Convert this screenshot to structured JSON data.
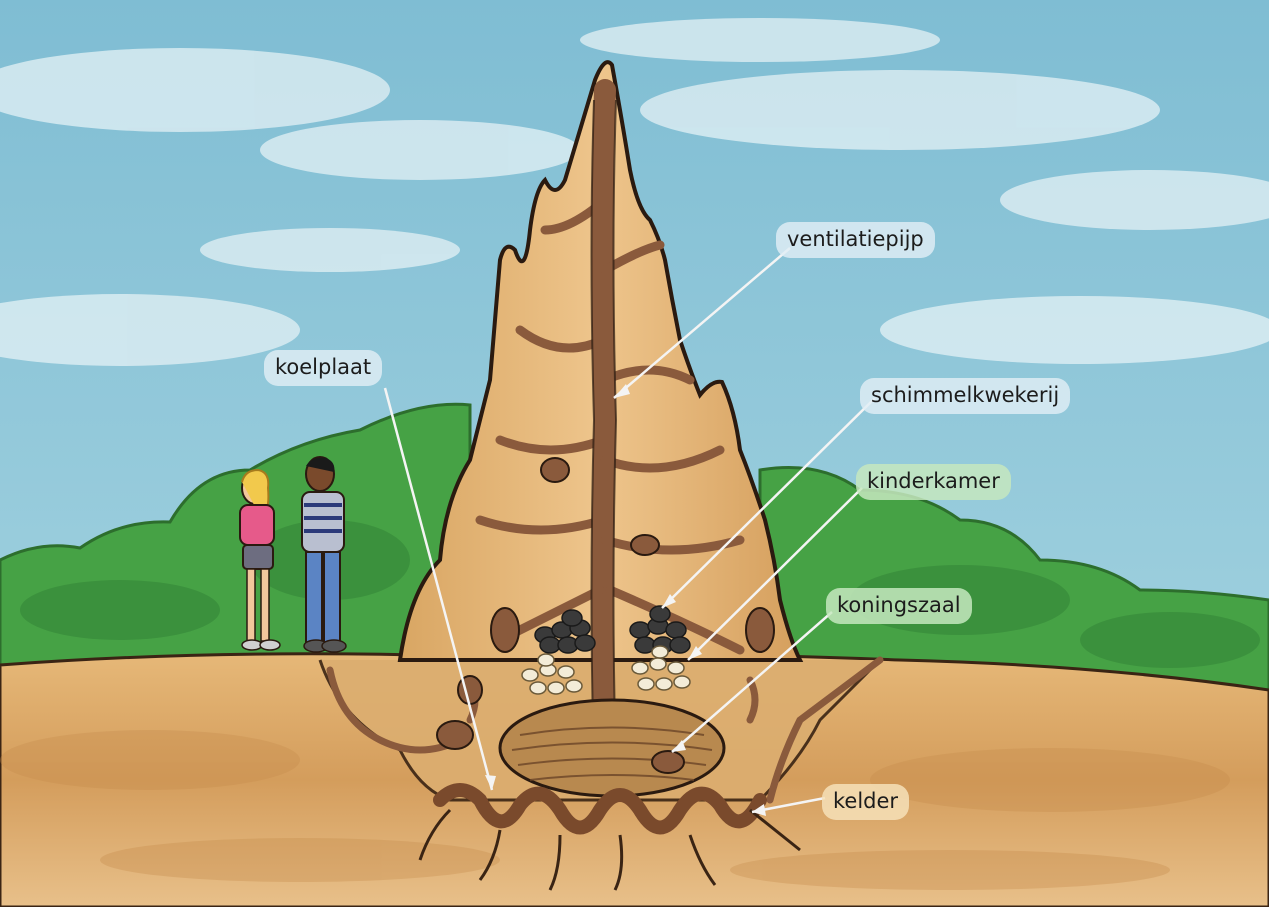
{
  "labels": {
    "ventilatiepijp": "ventilatiepijp",
    "koelplaat": "koelplaat",
    "schimmelkwekerij": "schimmelkwekerij",
    "kinderkamer": "kinderkamer",
    "koningszaal": "koningszaal",
    "kelder": "kelder"
  },
  "colors": {
    "sky": "#8cc5d6",
    "cloud": "#dfeef3",
    "bush": "#3f9a3f",
    "ground": "#d9a866",
    "mound": "#e2b274",
    "tunnel": "#8a5a3c",
    "outline": "#2a1a10",
    "leader_line": "#f4f4f4"
  }
}
